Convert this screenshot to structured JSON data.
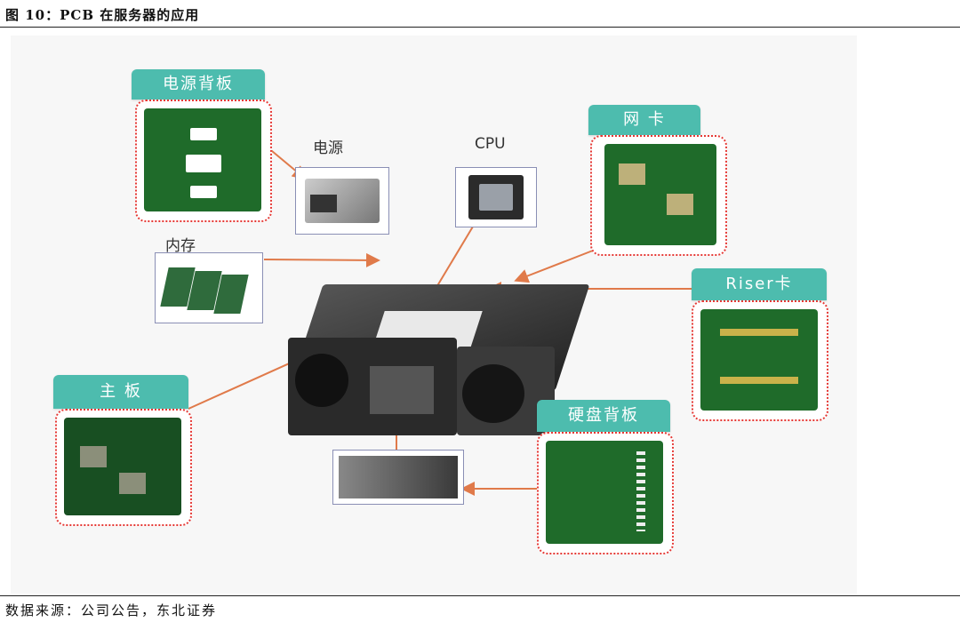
{
  "header": {
    "figure_title": "图 10：PCB 在服务器的应用"
  },
  "footer": {
    "source": "数据来源：公司公告，东北证券"
  },
  "labels": {
    "power_backplane": "电源背板",
    "power": "电源",
    "cpu": "CPU",
    "nic": "网 卡",
    "memory": "内存",
    "riser": "Riser卡",
    "motherboard": "主 板",
    "disk_backplane": "硬盘背板"
  },
  "colors": {
    "tag_bg": "#4dbcae",
    "dotted_border": "#e53935",
    "arrow": "#e07a4a",
    "pcb_green": "#1f6b2a"
  }
}
